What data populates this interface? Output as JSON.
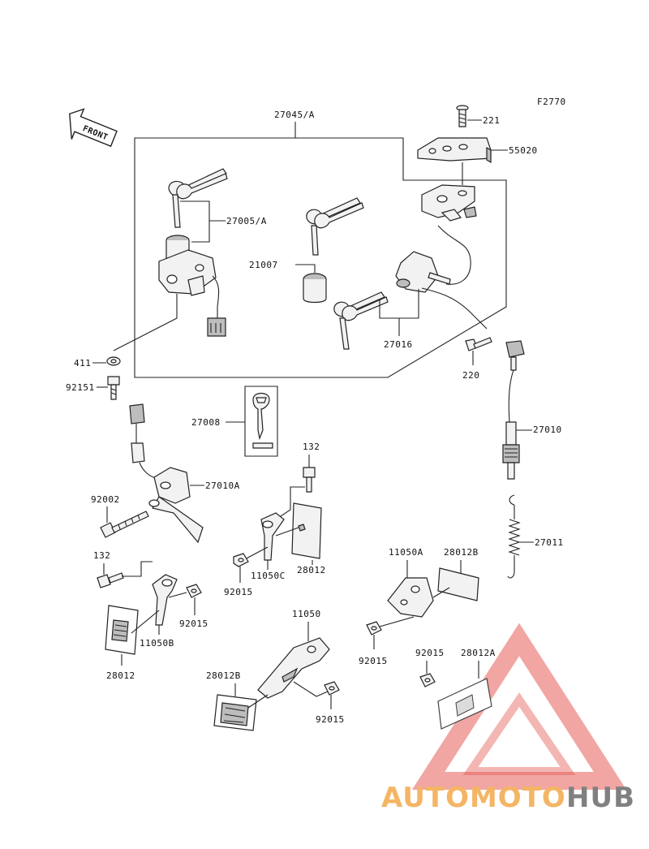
{
  "figure_code": "F2770",
  "front_arrow": "FRONT",
  "parts": {
    "p27045A": "27045/A",
    "p221": "221",
    "p55020": "55020",
    "p27005A": "27005/A",
    "p21007": "21007",
    "p27016": "27016",
    "p411": "411",
    "p92151": "92151",
    "p220": "220",
    "p27008": "27008",
    "p27010": "27010",
    "p132a": "132",
    "p27010A": "27010A",
    "p92002": "92002",
    "p28012": "28012",
    "p11050C": "11050C",
    "p92015a": "92015",
    "p27011": "27011",
    "p11050A": "11050A",
    "p28012B_a": "28012B",
    "p132b": "132",
    "p92015b": "92015",
    "p11050B": "11050B",
    "p28012_b": "28012",
    "p11050": "11050",
    "p92015c": "92015",
    "p92015d": "92015",
    "p28012A": "28012A",
    "p28012B_b": "28012B",
    "p92015e": "92015"
  },
  "watermark": {
    "brand_part1": "AUTOMOTO",
    "brand_part2": "HUB"
  },
  "colors": {
    "watermark_red": "#e0403a",
    "watermark_orange": "#f3a94a",
    "watermark_gray": "#6b6b6b"
  }
}
